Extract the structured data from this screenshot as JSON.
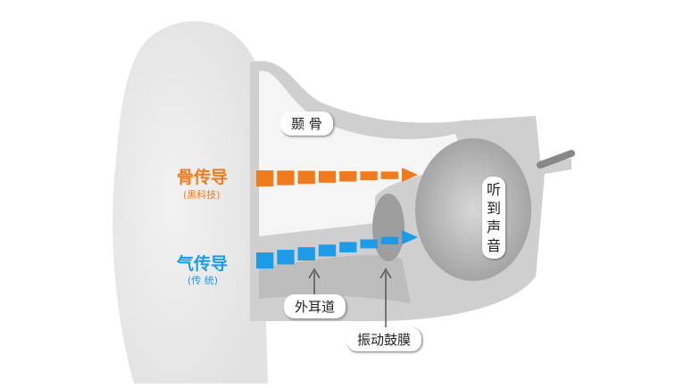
{
  "labels": {
    "temporal_bone": "颞 骨",
    "ear_canal": "外耳道",
    "eardrum": "振动鼓膜",
    "hear_sound": "听到声音"
  },
  "bone_conduction": {
    "title": "骨传导",
    "subtitle": "(黑科技)",
    "color": "#f07a1e"
  },
  "air_conduction": {
    "title": "气传导",
    "subtitle": "(传 统)",
    "color": "#1d9be6"
  }
}
